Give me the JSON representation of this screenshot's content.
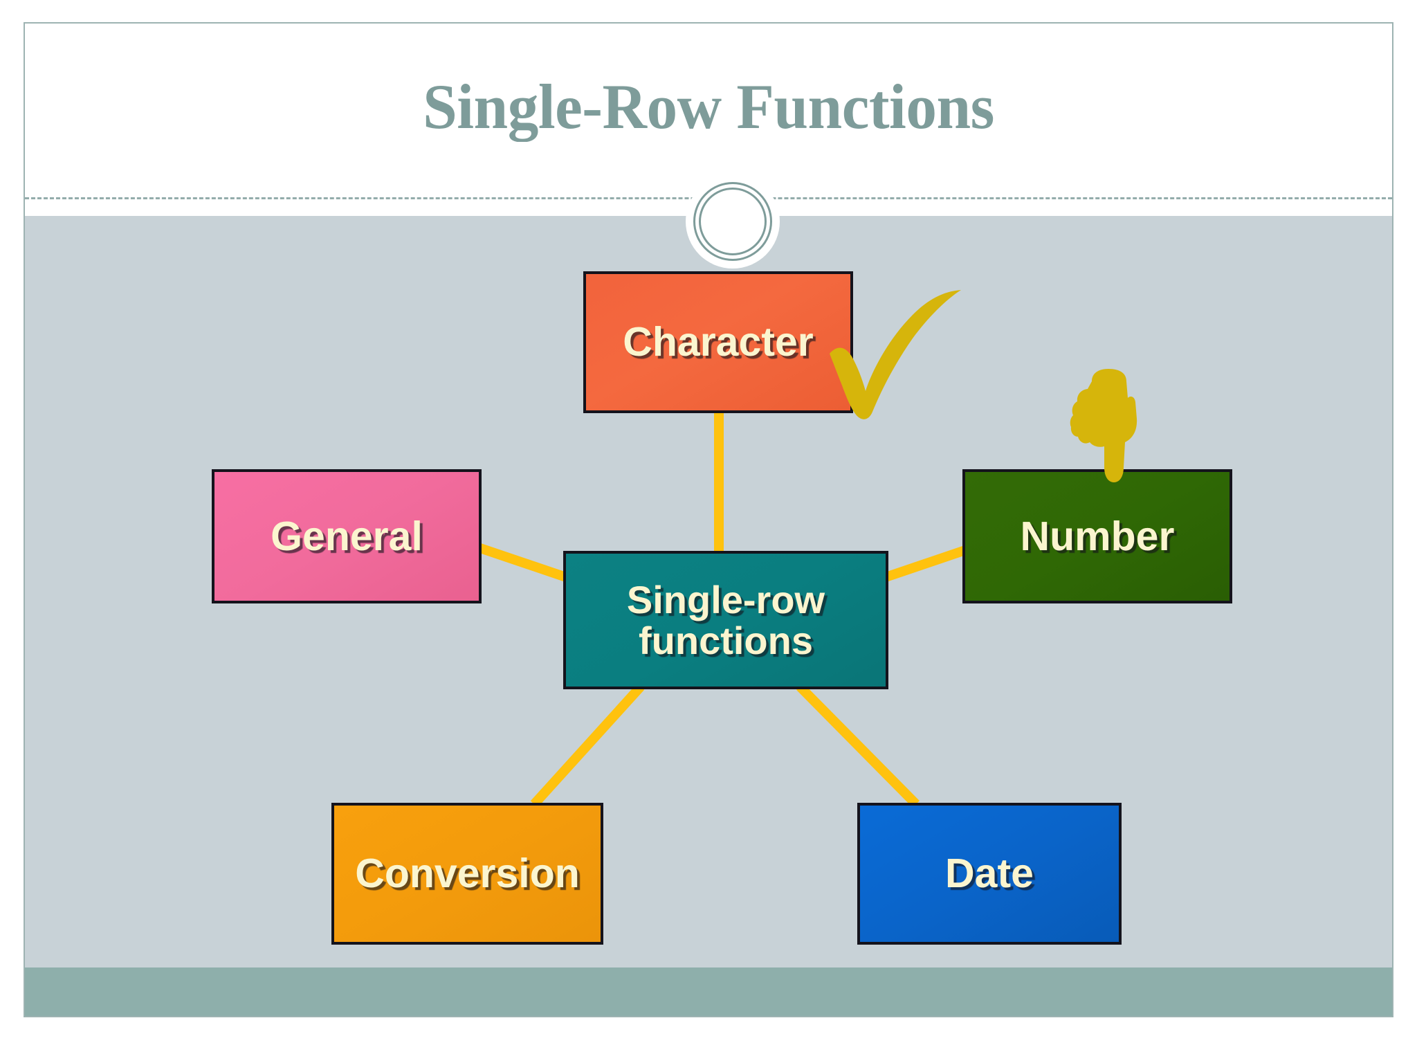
{
  "slide": {
    "title": "Single-Row Functions",
    "background_color": "#c8d2d7",
    "header_color": "#ffffff",
    "footer_band_color": "#8eafab",
    "title_color": "#7e9c9a",
    "frame_border_color": "#9db3b2"
  },
  "decor": {
    "circle_name": "double-ring-circle",
    "divider_name": "dashed-divider",
    "ring_color": "#7e9c9a"
  },
  "diagram": {
    "type": "radial-mind-map",
    "connector_color": "#ffc20e",
    "center": {
      "label": "Single-row\nfunctions",
      "label_line1": "Single-row",
      "label_line2": "functions",
      "color": "#0a7e80",
      "text_color": "#fbf5cf"
    },
    "nodes": [
      {
        "id": "character",
        "label": "Character",
        "color": "#f2633c",
        "text_color": "#fbf5cf",
        "position": "top"
      },
      {
        "id": "general",
        "label": "General",
        "color": "#f16b9c",
        "text_color": "#fbf5cf",
        "position": "left"
      },
      {
        "id": "number",
        "label": "Number",
        "color": "#2f6805",
        "text_color": "#fbf5cf",
        "position": "right"
      },
      {
        "id": "conversion",
        "label": "Conversion",
        "color": "#f39b0c",
        "text_color": "#fbf5cf",
        "position": "bottom-left"
      },
      {
        "id": "date",
        "label": "Date",
        "color": "#0a64c9",
        "text_color": "#fbf5cf",
        "position": "bottom-right"
      }
    ],
    "connections": [
      {
        "from": "center",
        "to": "character"
      },
      {
        "from": "center",
        "to": "general"
      },
      {
        "from": "center",
        "to": "number"
      },
      {
        "from": "center",
        "to": "conversion"
      },
      {
        "from": "center",
        "to": "date"
      }
    ]
  },
  "annotations": [
    {
      "id": "checkmark",
      "name": "checkmark-annotation",
      "color": "#d6b50b",
      "target": "character"
    },
    {
      "id": "pointing-hand",
      "name": "pointing-hand-annotation",
      "color": "#d6b50b",
      "target": "number"
    }
  ]
}
